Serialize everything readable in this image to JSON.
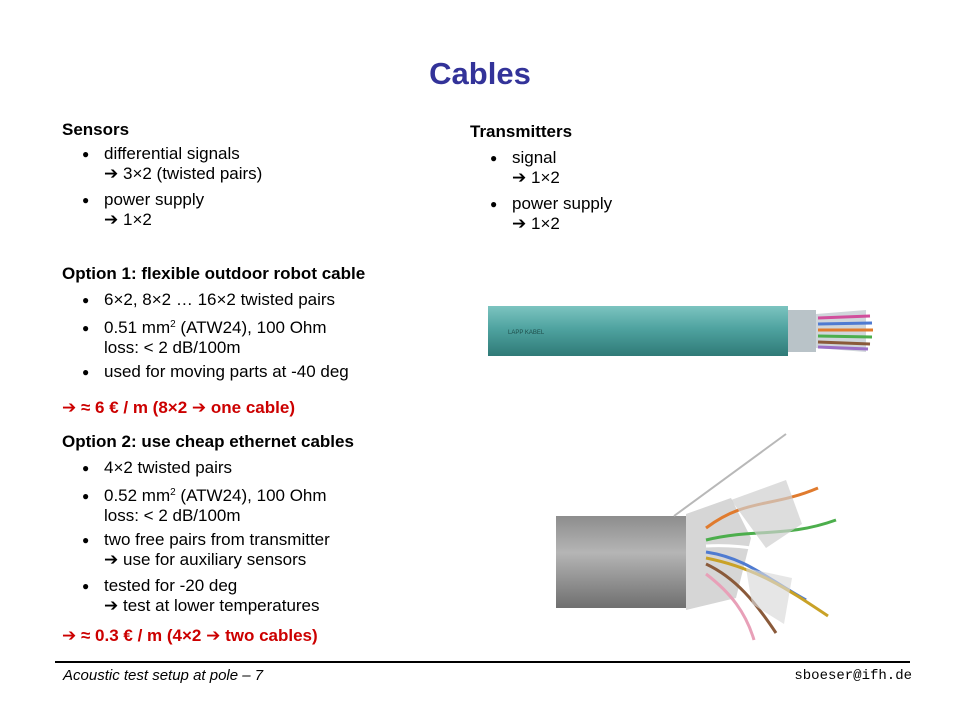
{
  "title": "Cables",
  "sensors": {
    "heading": "Sensors",
    "items": [
      {
        "line1": "differential signals",
        "line2": "3×2 (twisted pairs)"
      },
      {
        "line1": "power supply",
        "line2": "1×2"
      }
    ]
  },
  "transmitters": {
    "heading": "Transmitters",
    "items": [
      {
        "line1": "signal",
        "line2": "1×2"
      },
      {
        "line1": "power supply",
        "line2": "1×2"
      }
    ]
  },
  "option1": {
    "heading": "Option 1: flexible outdoor robot cable",
    "items": [
      {
        "line1": "6×2, 8×2 … 16×2 twisted pairs"
      },
      {
        "line1_pre": "0.51 mm",
        "line1_sup": "2",
        "line1_post": " (ATW24), 100 Ohm",
        "line2": "loss: < 2 dB/100m"
      },
      {
        "line1": "used for moving parts at -40 deg"
      }
    ],
    "summary": "≈ 6 € / m (8×2",
    "summary_end": "one cable)"
  },
  "option2": {
    "heading": "Option 2: use cheap ethernet cables",
    "items": [
      {
        "line1": "4×2 twisted pairs"
      },
      {
        "line1_pre": "0.52 mm",
        "line1_sup": "2",
        "line1_post": " (ATW24), 100 Ohm",
        "line2": "loss: < 2 dB/100m"
      },
      {
        "line1": "two free pairs from transmitter",
        "line2": "use for auxiliary sensors"
      },
      {
        "line1": "tested for -20 deg",
        "line2": "test at lower temperatures"
      }
    ],
    "summary": "≈ 0.3 € / m (4×2",
    "summary_end": "two cables)"
  },
  "cable_label": "LAPP KABEL",
  "footer": {
    "left": "Acoustic test setup at pole – 7",
    "right": "sboeser@ifh.de"
  },
  "colors": {
    "title": "#333399",
    "highlight": "#cc0000",
    "robot_cable": "#4fa3a0",
    "ethernet_cable": "#a9a9a9"
  }
}
